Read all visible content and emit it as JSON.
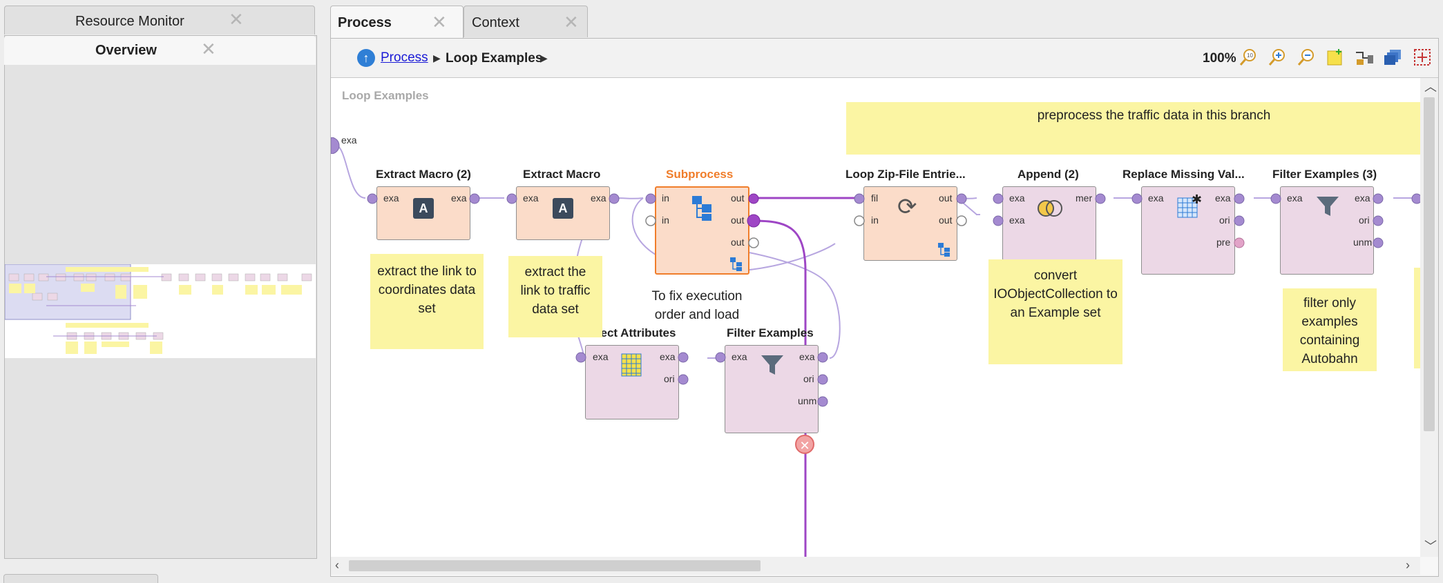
{
  "left_panel": {
    "resource_monitor_tab": "Resource Monitor",
    "overview_tab": "Overview"
  },
  "editor": {
    "tabs": [
      {
        "label": "Process"
      },
      {
        "label": "Context"
      }
    ],
    "breadcrumb": {
      "root": "Process",
      "current": "Loop Examples"
    },
    "zoom": "100%"
  },
  "canvas": {
    "title": "Loop Examples",
    "input_port_label": "exa",
    "operators": {
      "extract_macro_2": {
        "title": "Extract Macro (2)",
        "ports_in": [
          "exa"
        ],
        "ports_out": [
          "exa"
        ]
      },
      "extract_macro": {
        "title": "Extract Macro",
        "ports_in": [
          "exa"
        ],
        "ports_out": [
          "exa"
        ]
      },
      "subprocess": {
        "title": "Subprocess",
        "ports_in": [
          "in",
          "in"
        ],
        "ports_out": [
          "out",
          "out",
          "out"
        ]
      },
      "loop_zip": {
        "title": "Loop Zip-File Entrie...",
        "ports_in": [
          "fil",
          "in"
        ],
        "ports_out": [
          "out",
          "out"
        ]
      },
      "append_2": {
        "title": "Append (2)",
        "ports_in": [
          "exa",
          "exa"
        ],
        "ports_out": [
          "mer"
        ]
      },
      "replace_missing": {
        "title": "Replace Missing Val...",
        "ports_in": [
          "exa"
        ],
        "ports_out": [
          "exa",
          "ori",
          "pre"
        ]
      },
      "filter_examples_3": {
        "title": "Filter Examples (3)",
        "ports_in": [
          "exa"
        ],
        "ports_out": [
          "exa",
          "ori",
          "unm"
        ]
      },
      "select_attributes": {
        "title": "Select Attributes",
        "ports_in": [
          "exa"
        ],
        "ports_out": [
          "exa",
          "ori"
        ]
      },
      "filter_examples": {
        "title": "Filter Examples",
        "ports_in": [
          "exa"
        ],
        "ports_out": [
          "exa",
          "ori",
          "unm"
        ]
      }
    },
    "notes": {
      "preprocess": "preprocess the traffic data in this branch",
      "extract_coordinates": "extract the link to coordinates data set",
      "extract_traffic": "extract the link to traffic data set",
      "fix_order": "To fix execution order and load files",
      "convert": "convert IOObjectCollection to an Example set",
      "filter_autobahn": "filter only examples containing Autobahn traffic data"
    },
    "colors": {
      "operator_orange": "#fbdcc9",
      "operator_pink": "#ecd8e6",
      "note_yellow": "#fbf5a3",
      "port_purple": "#a48ad0",
      "connection_purple": "#9e46c5",
      "highlight_orange": "#f07d2a"
    }
  }
}
